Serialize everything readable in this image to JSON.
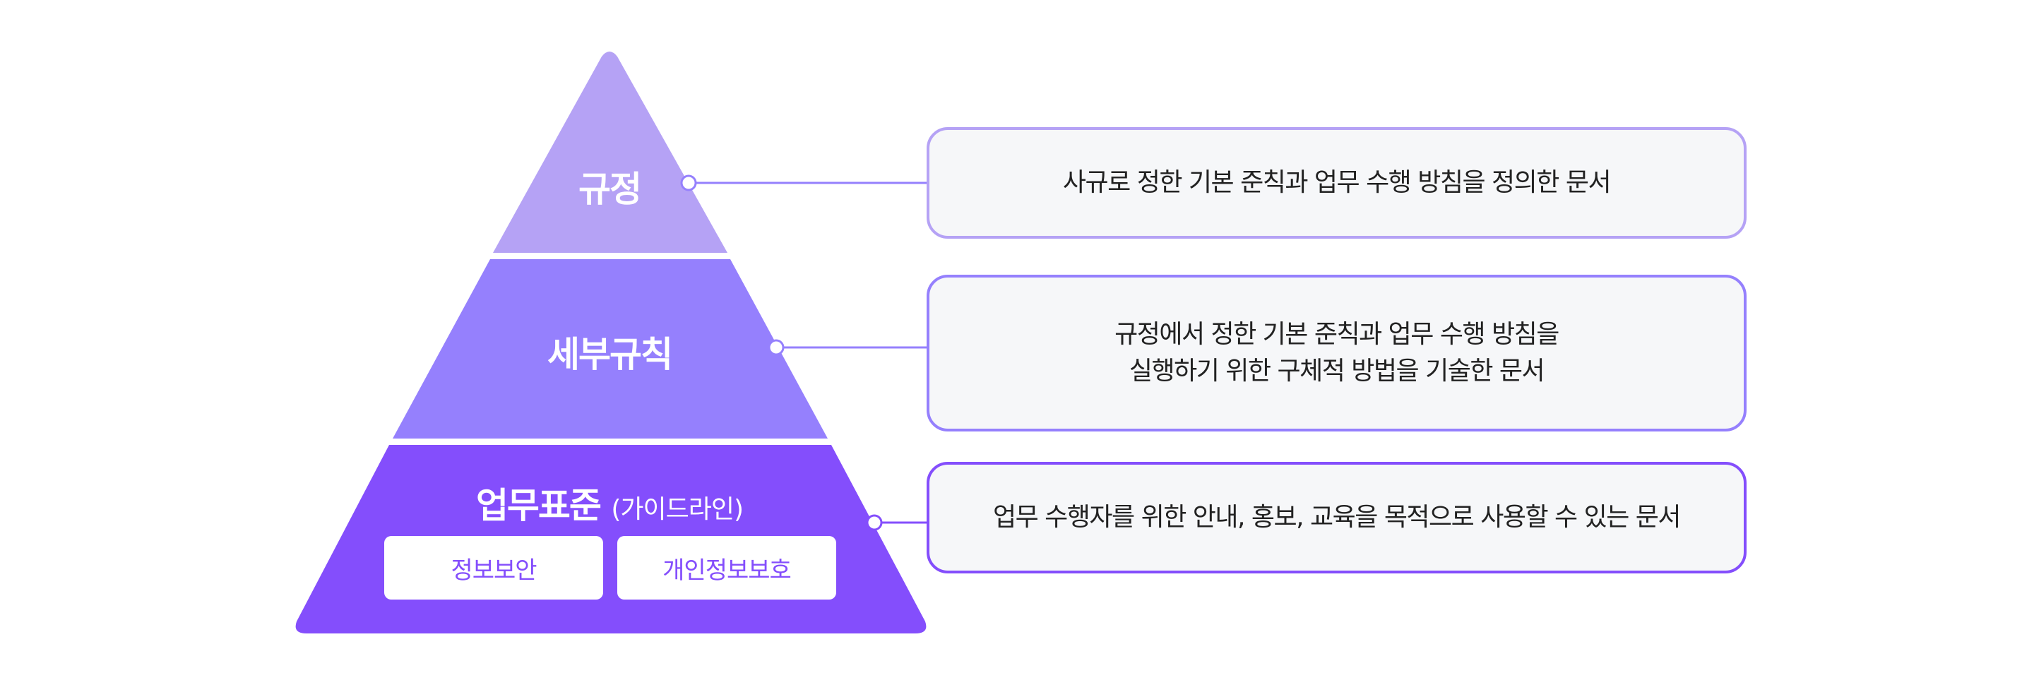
{
  "colors": {
    "tier1": "#b5a2f5",
    "tier2": "#9580fd",
    "tier3": "#844efc",
    "box_fill": "#f6f7f9"
  },
  "pyramid": {
    "tier1": {
      "label": "규정"
    },
    "tier2": {
      "label": "세부규칙"
    },
    "tier3": {
      "label": "업무표준",
      "sublabel": "(가이드라인)",
      "chips": [
        "정보보안",
        "개인정보보호"
      ]
    }
  },
  "descriptions": {
    "tier1": {
      "lines": [
        "사규로 정한 기본 준칙과 업무 수행 방침을 정의한 문서"
      ]
    },
    "tier2": {
      "lines": [
        "규정에서 정한 기본 준칙과 업무 수행 방침을",
        "실행하기 위한 구체적 방법을 기술한 문서"
      ]
    },
    "tier3": {
      "lines": [
        "업무 수행자를 위한 안내, 홍보, 교육을 목적으로 사용할 수 있는 문서"
      ]
    }
  }
}
